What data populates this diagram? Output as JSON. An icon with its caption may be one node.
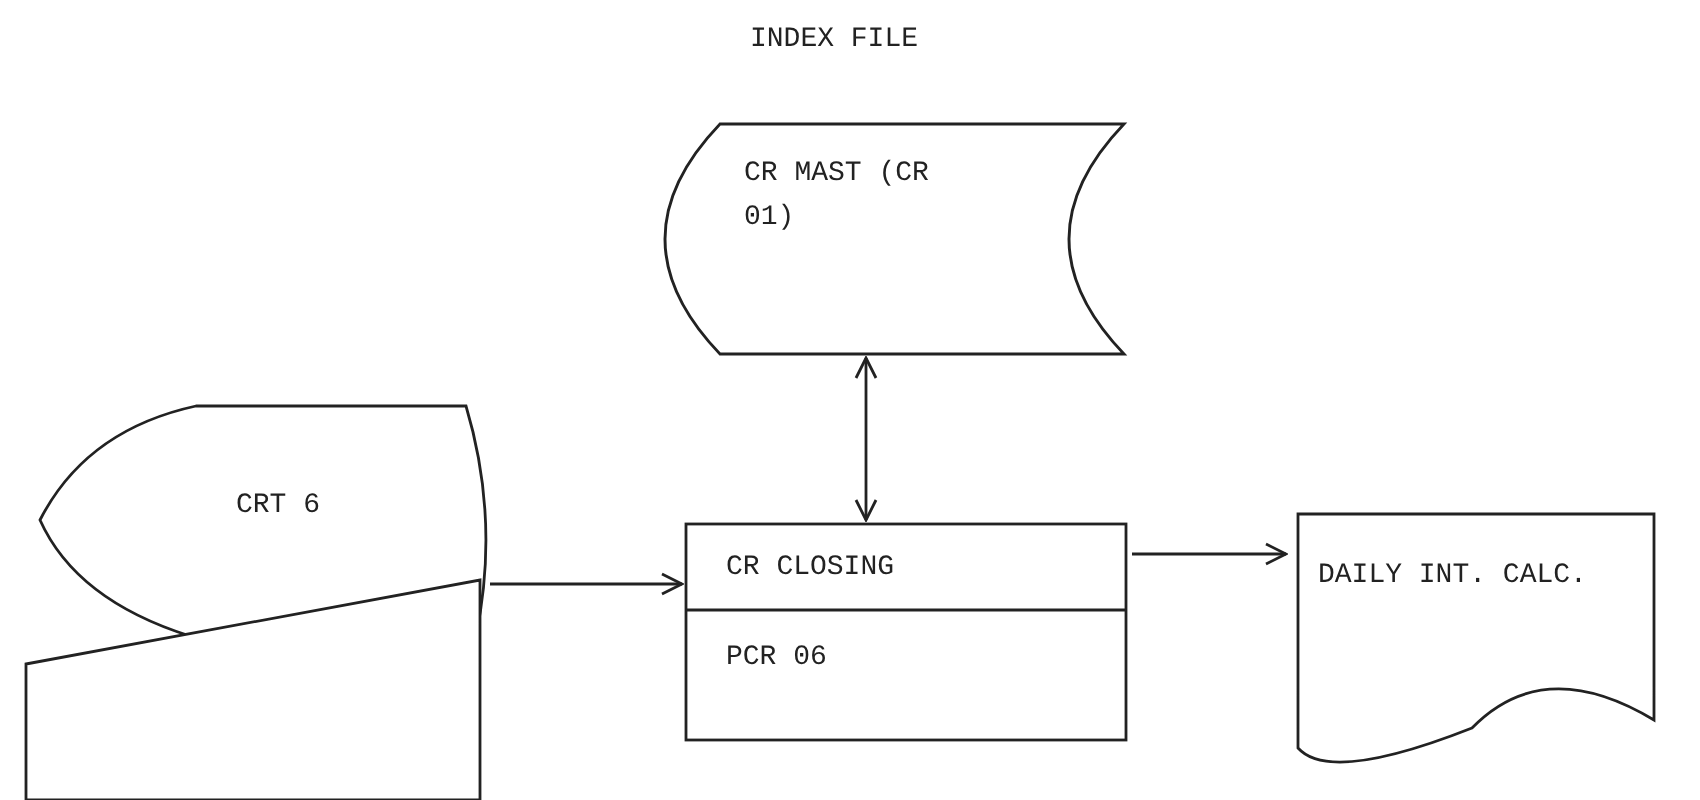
{
  "diagram": {
    "nodes": [
      {
        "text": [
          "CR MAST (CR 01)"
        ],
        "beside": [
          "INDEX FILE"
        ]
      },
      {
        "text": [
          "CRT 6"
        ]
      },
      {
        "text": [],
        "shape": "box"
      },
      {
        "text": [
          "CR CLOSING",
          "PCR 06"
        ]
      },
      {
        "text": [
          "DAILY INT. CALC."
        ]
      }
    ],
    "edges": [
      {
        "from": 0,
        "to": 3,
        "arrow": "both"
      },
      {
        "from": 2,
        "to": 3,
        "arrow": "to"
      },
      {
        "from": 3,
        "to": 4,
        "arrow": "to"
      }
    ]
  }
}
